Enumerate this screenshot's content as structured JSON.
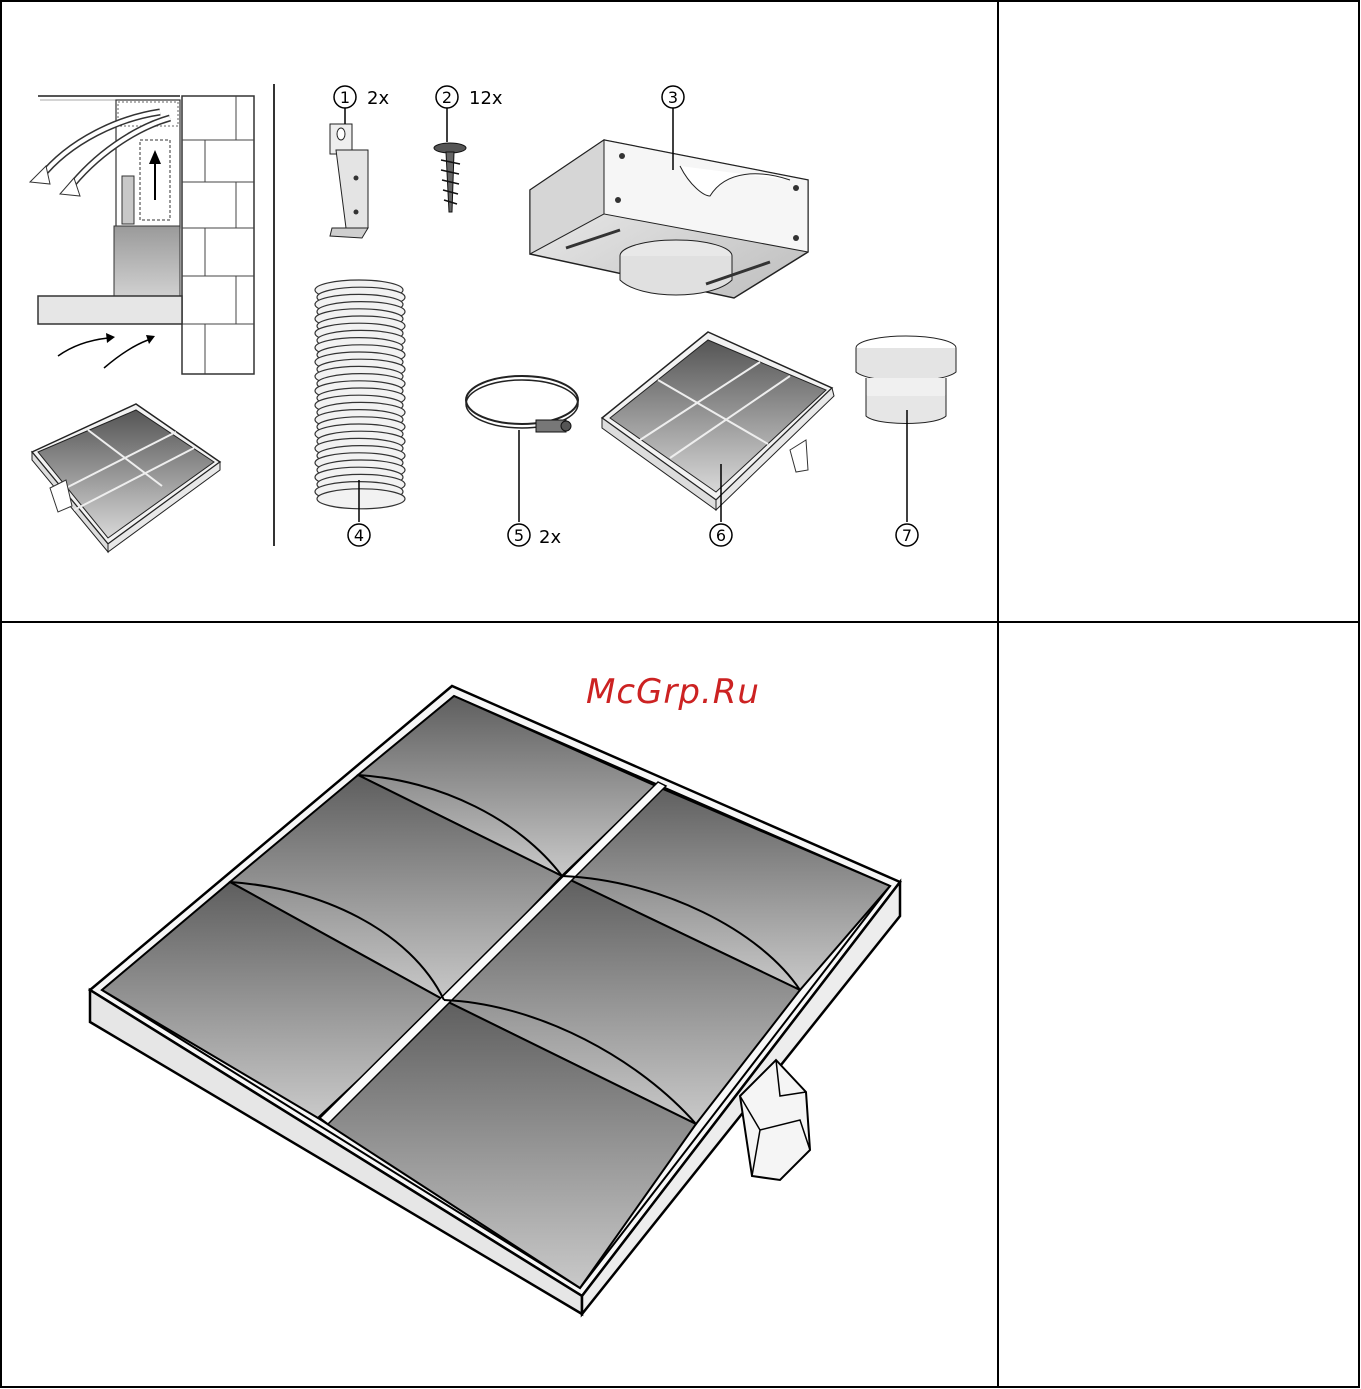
{
  "watermark": "McGrp.Ru",
  "parts": [
    {
      "number": "1",
      "qty": "2x"
    },
    {
      "number": "2",
      "qty": "12x"
    },
    {
      "number": "3",
      "qty": ""
    },
    {
      "number": "4",
      "qty": ""
    },
    {
      "number": "5",
      "qty": "2x"
    },
    {
      "number": "6",
      "qty": ""
    },
    {
      "number": "7",
      "qty": ""
    }
  ],
  "colors": {
    "border": "#000000",
    "watermark": "#cc2222",
    "filter_dark": "#5a5a5a",
    "filter_light": "#cfcfcf"
  }
}
